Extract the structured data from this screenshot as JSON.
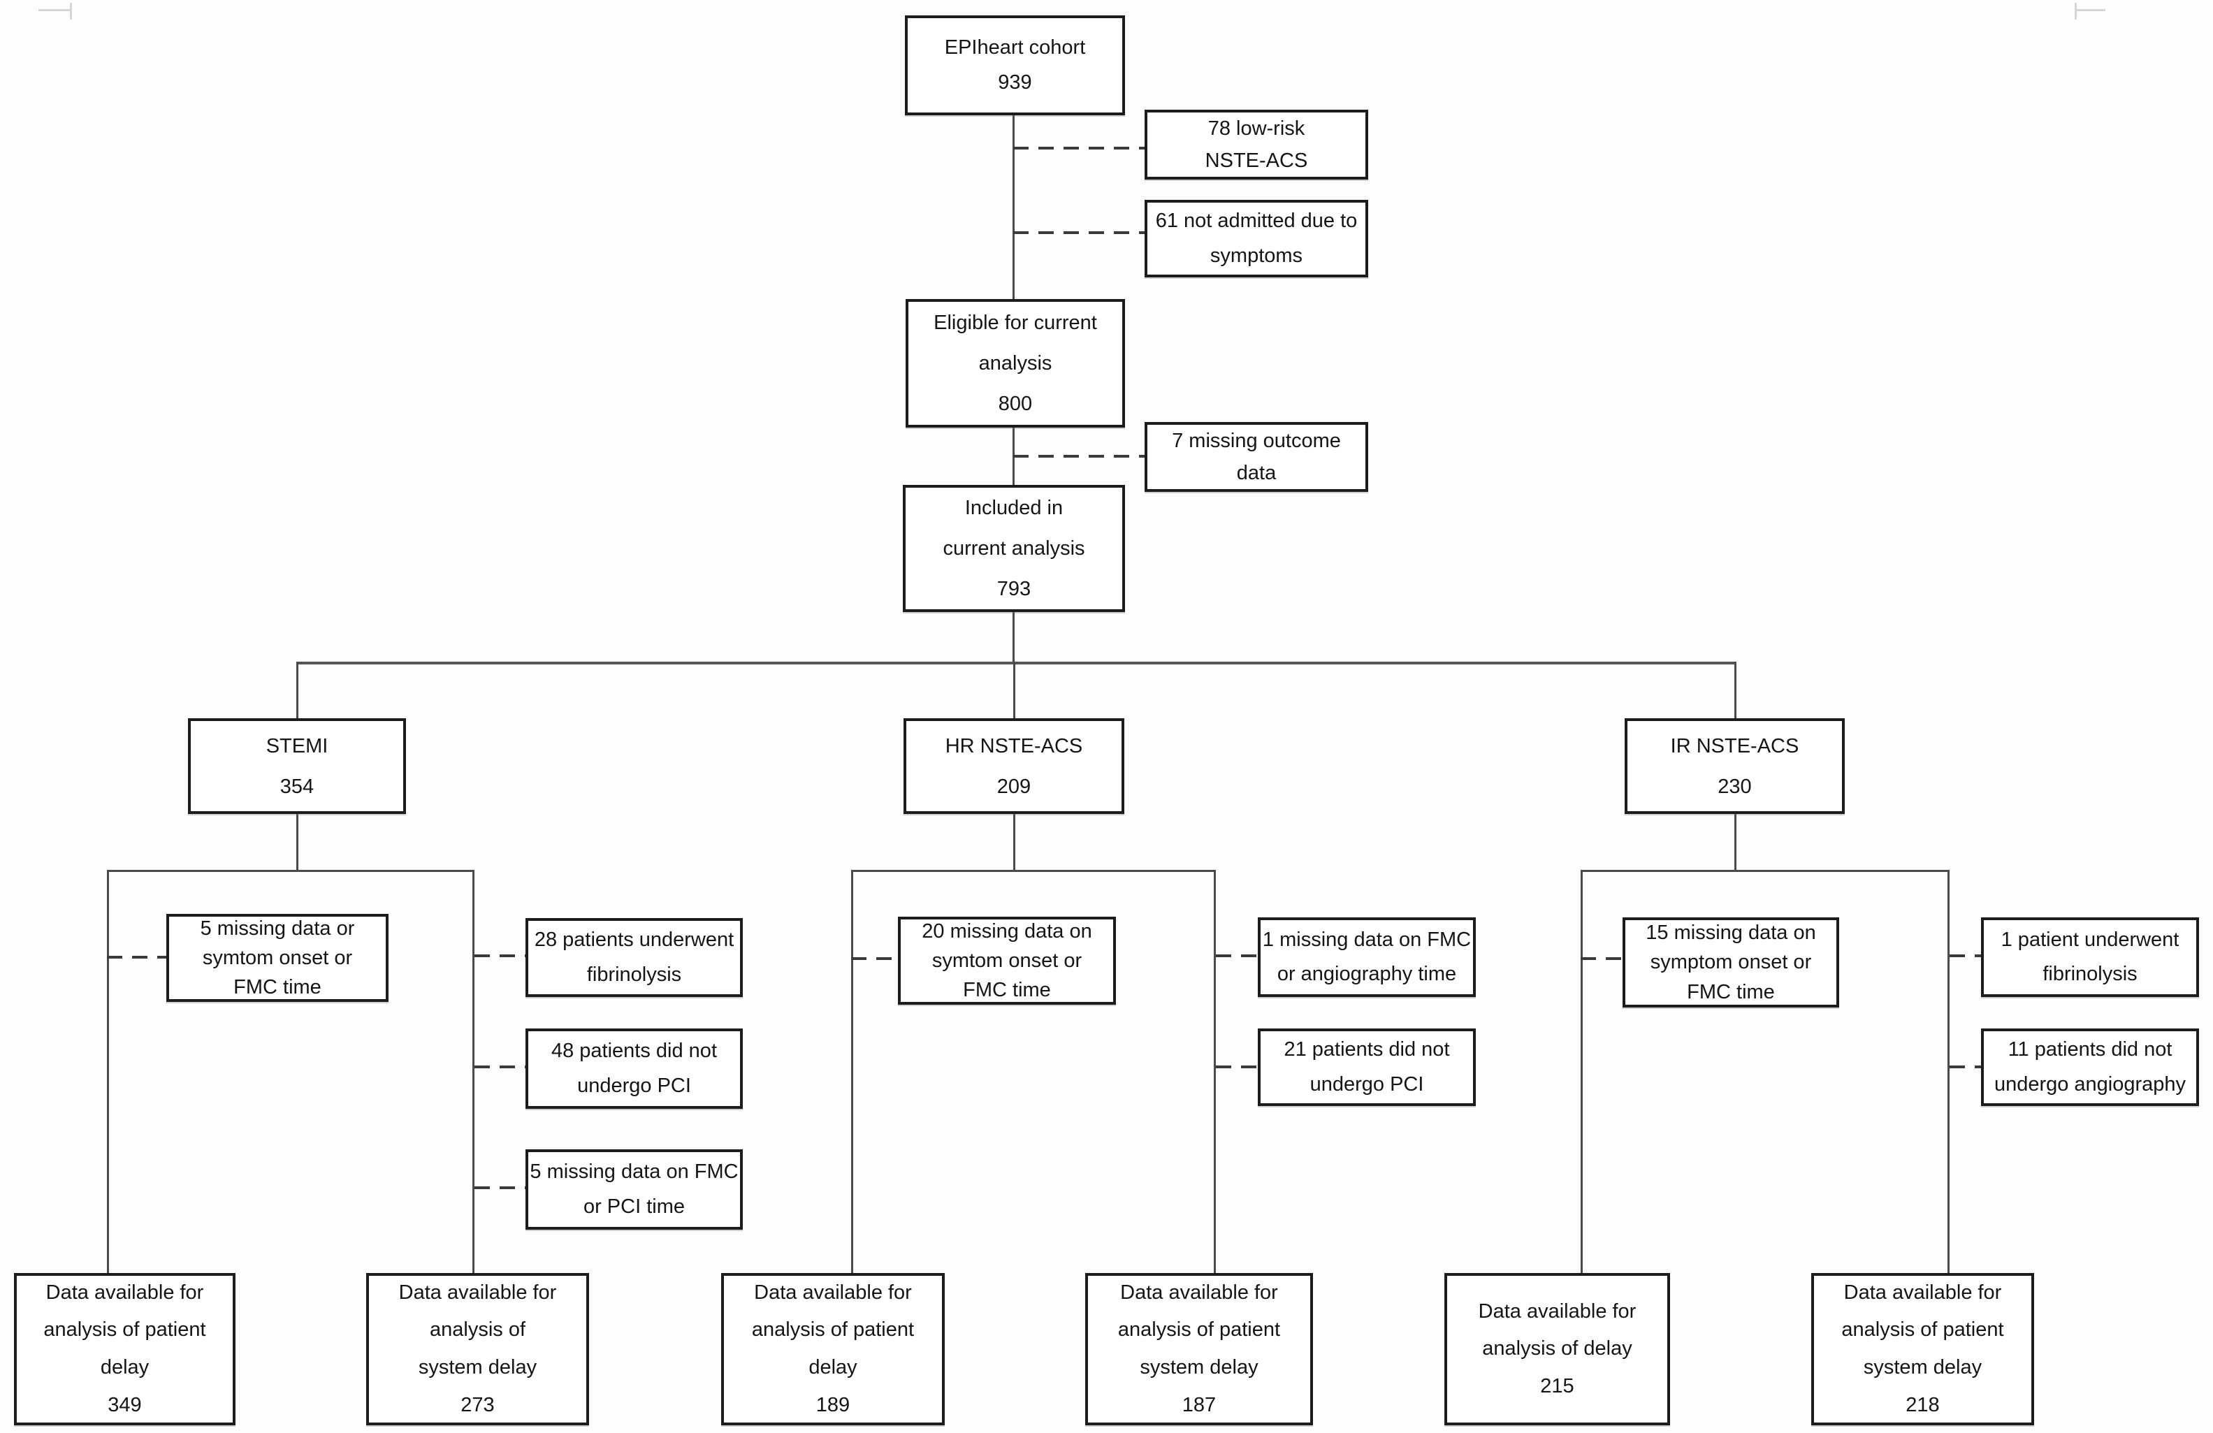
{
  "diagram": {
    "title": "EPIheart cohort patient flow diagram",
    "type": "flowchart",
    "nodes": {
      "epiheart_cohort": {
        "text": "EPIheart cohort\n939"
      },
      "low_risk_excluded": {
        "text": "78 low-risk\nNSTE-ACS"
      },
      "not_admitted_excluded": {
        "text": "61 not admitted due to\nsymptoms"
      },
      "eligible": {
        "text": "Eligible for current\nanalysis\n800"
      },
      "missing_outcome": {
        "text": "7 missing outcome\ndata"
      },
      "included": {
        "text": "Included in\ncurrent analysis\n793"
      },
      "stemi": {
        "text": "STEMI\n354"
      },
      "hr_nste_acs": {
        "text": "HR NSTE-ACS\n209"
      },
      "ir_nste_acs": {
        "text": "IR NSTE-ACS\n230"
      },
      "stemi_missing_fmc": {
        "text": "5 missing data or\nsymtom onset or\nFMC time"
      },
      "stemi_fibrinolysis": {
        "text": "28 patients underwent\nfibrinolysis"
      },
      "stemi_no_pci": {
        "text": "48 patients did not\nundergo PCI"
      },
      "stemi_missing_pci_time": {
        "text": "5 missing data on FMC\nor PCI time"
      },
      "stemi_patient_delay": {
        "text": "Data available for\nanalysis of patient\ndelay\n349"
      },
      "stemi_system_delay": {
        "text": "Data available for\nanalysis of\nsystem delay\n273"
      },
      "hr_missing_fmc": {
        "text": "20 missing data on\nsymtom onset or\nFMC time"
      },
      "hr_missing_angio_time": {
        "text": "1 missing data on FMC\nor angiography time"
      },
      "hr_no_pci": {
        "text": "21 patients did not\nundergo PCI"
      },
      "hr_patient_delay": {
        "text": "Data available for\nanalysis of patient\ndelay\n189"
      },
      "hr_system_delay": {
        "text": "Data available for\nanalysis of patient\nsystem delay\n187"
      },
      "ir_missing_fmc": {
        "text": "15 missing data on\nsymptom onset or\nFMC time"
      },
      "ir_fibrinolysis": {
        "text": "1 patient underwent\nfibrinolysis"
      },
      "ir_no_angiography": {
        "text": "11 patients did not\nundergo angiography"
      },
      "ir_delay": {
        "text": "Data available for\nanalysis of delay\n215"
      },
      "ir_system_delay": {
        "text": "Data available for\nanalysis of patient\nsystem delay\n218"
      }
    },
    "colors": {
      "box_border": "#1c1c1c",
      "connector": "#4a4a4a",
      "dashed_connector": "#3a3a3a",
      "text": "#151515",
      "background": "#fdfdfd"
    }
  }
}
